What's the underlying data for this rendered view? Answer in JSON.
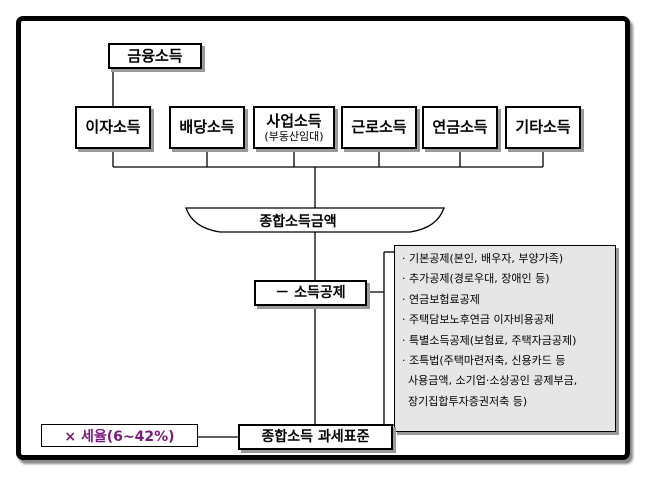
{
  "top_box": "금융소득",
  "income_types": [
    {
      "label": "이자소득"
    },
    {
      "label": "배당소득"
    },
    {
      "label": "사업소득",
      "sublabel": "(부동산임대)"
    },
    {
      "label": "근로소득"
    },
    {
      "label": "연금소득"
    },
    {
      "label": "기타소득"
    }
  ],
  "aggregate": "종합소득금액",
  "deduction": "－ 소득공제",
  "deduction_items": [
    "· 기본공제(본인,  배우자,  부양가족)",
    "· 추가공제(경로우대,  장애인 등)",
    "· 연금보험료공제",
    "· 주택담보노후연금  이자비용공제",
    "· 특별소득공제(보험료,  주택자금공제)",
    "· 조특법(주택마련저축,  신용카드 등",
    "  사용금액,  소기업·소상공인 공제부금,",
    "  장기집합투자증권저축  등)"
  ],
  "tax_base": "종합소득 과세표준",
  "tax_rate": "×  세율(6~42%)"
}
